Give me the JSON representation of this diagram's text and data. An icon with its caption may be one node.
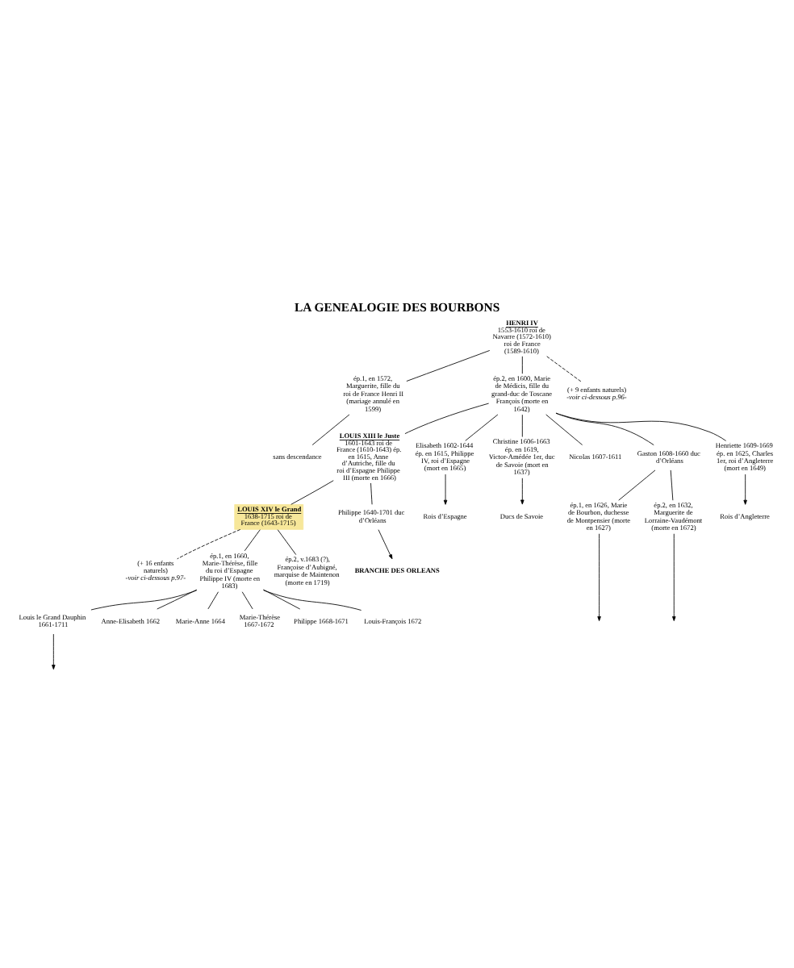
{
  "diagram": {
    "title": "LA GENEALOGIE DES BOURBONS",
    "nodes": [
      {
        "text": [
          "HENRI IV",
          "1553-1610 roi de Navarre (1572-1610) roi de France (1589-1610)"
        ]
      },
      {
        "text": [
          "ép.1, en 1572, Marguerite, fille du roi de France Henri II (mariage annulé en 1599)"
        ]
      },
      {
        "text": [
          "ép.2, en 1600, Marie de Médicis, fille du grand-duc de Toscane François (morte en 1642)"
        ]
      },
      {
        "text": [
          "(+ 9 enfants naturels)",
          "-voir ci-dessous p.96-"
        ]
      },
      {
        "text": [
          "sans descendance"
        ]
      },
      {
        "text": [
          "LOUIS XIII le Juste",
          "1601-1643 roi de France (1610-1643) ép. en 1615, Anne d’Autriche, fille du roi d’Espagne Philippe III (morte en 1666)"
        ]
      },
      {
        "text": [
          "Elisabeth 1602-1644 ép. en 1615, Philippe IV, roi d’Espagne (mort en 1665)"
        ]
      },
      {
        "text": [
          "Christine 1606-1663 ép. en 1619, Victor-Amédée 1er, duc de Savoie (mort en 1637)"
        ]
      },
      {
        "text": [
          "Nicolas 1607-1611"
        ]
      },
      {
        "text": [
          "Gaston 1608-1660 duc d’Orléans"
        ]
      },
      {
        "text": [
          "Henriette 1609-1669 ép. en 1625, Charles 1er, roi d’Angleterre (mort en 1649)"
        ]
      },
      {
        "text": [
          "Rois d’Espagne"
        ]
      },
      {
        "text": [
          "Ducs de Savoie"
        ]
      },
      {
        "text": [
          "Rois d’Angleterre"
        ]
      },
      {
        "text": [
          "LOUIS XIV le Grand",
          "1638-1715 roi de France (1643-1715)"
        ]
      },
      {
        "text": [
          "Philippe 1640-1701 duc d’Orléans"
        ]
      },
      {
        "text": [
          "BRANCHE DES ORLEANS"
        ]
      },
      {
        "text": [
          "ép.1, en 1626, Marie de Bourbon, duchesse de Montpensier (morte en 1627)"
        ]
      },
      {
        "text": [
          "ép.2, en 1632, Marguerite de Lorraine-Vaudémont (morte en 1672)"
        ]
      },
      {
        "text": [
          "(+ 16 enfants naturels)",
          "-voir ci-dessous p.97-"
        ]
      },
      {
        "text": [
          "ép.1, en 1660, Marie-Thérèse, fille du roi d’Espagne Philippe IV (morte en 1683)"
        ]
      },
      {
        "text": [
          "ép.2, v.1683 (?), Françoise d’Aubigné, marquise de Maintenon (morte en 1719)"
        ]
      },
      {
        "text": [
          "Louis le Grand Dauphin 1661-1711"
        ]
      },
      {
        "text": [
          "Anne-Elisabeth 1662"
        ]
      },
      {
        "text": [
          "Marie-Anne 1664"
        ]
      },
      {
        "text": [
          "Marie-Thérèse 1667-1672"
        ]
      },
      {
        "text": [
          "Philippe 1668-1671"
        ]
      },
      {
        "text": [
          "Louis-François 1672"
        ]
      }
    ],
    "edges": [
      {
        "from": 0,
        "to": 1,
        "arrow": "none"
      },
      {
        "from": 0,
        "to": 2,
        "arrow": "none"
      },
      {
        "from": 0,
        "to": 3,
        "arrow": "none",
        "style": "dashed"
      },
      {
        "from": 1,
        "to": 4,
        "arrow": "none"
      },
      {
        "from": 2,
        "to": 5,
        "arrow": "none"
      },
      {
        "from": 2,
        "to": 6,
        "arrow": "none"
      },
      {
        "from": 2,
        "to": 7,
        "arrow": "none"
      },
      {
        "from": 2,
        "to": 8,
        "arrow": "none"
      },
      {
        "from": 2,
        "to": 9,
        "arrow": "none"
      },
      {
        "from": 2,
        "to": 10,
        "arrow": "none"
      },
      {
        "from": 6,
        "to": 11,
        "arrow": "to"
      },
      {
        "from": 7,
        "to": 12,
        "arrow": "to"
      },
      {
        "from": 10,
        "to": 13,
        "arrow": "to"
      },
      {
        "from": 5,
        "to": 14,
        "arrow": "none"
      },
      {
        "from": 5,
        "to": 15,
        "arrow": "none"
      },
      {
        "from": 15,
        "to": 16,
        "arrow": "to"
      },
      {
        "from": 9,
        "to": 17,
        "arrow": "none"
      },
      {
        "from": 9,
        "to": 18,
        "arrow": "none"
      },
      {
        "from": 17,
        "to": null,
        "arrow": "to"
      },
      {
        "from": 18,
        "to": null,
        "arrow": "to"
      },
      {
        "from": 14,
        "to": 19,
        "arrow": "none",
        "style": "dashed"
      },
      {
        "from": 14,
        "to": 20,
        "arrow": "none"
      },
      {
        "from": 14,
        "to": 21,
        "arrow": "none"
      },
      {
        "from": 20,
        "to": 22,
        "arrow": "none"
      },
      {
        "from": 20,
        "to": 23,
        "arrow": "none"
      },
      {
        "from": 20,
        "to": 24,
        "arrow": "none"
      },
      {
        "from": 20,
        "to": 25,
        "arrow": "none"
      },
      {
        "from": 20,
        "to": 26,
        "arrow": "none"
      },
      {
        "from": 20,
        "to": 27,
        "arrow": "none"
      },
      {
        "from": 22,
        "to": null,
        "arrow": "to"
      }
    ]
  }
}
